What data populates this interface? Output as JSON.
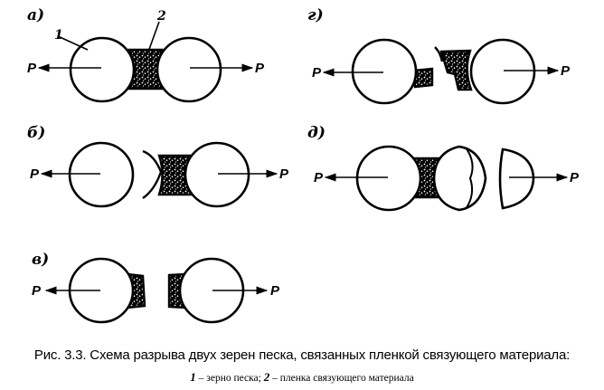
{
  "panels": [
    {
      "id": "a",
      "label": "а)"
    },
    {
      "id": "b",
      "label": "б)"
    },
    {
      "id": "v",
      "label": "в)"
    },
    {
      "id": "g",
      "label": "г)"
    },
    {
      "id": "d",
      "label": "д)"
    }
  ],
  "force_symbol": "P",
  "callouts": {
    "grain": "1",
    "film": "2"
  },
  "caption": "Рис. 3.3. Схема разрыва двух зерен песка, связанных пленкой связующего материала:",
  "legend": {
    "n1": "1",
    "t1": " – зерно песка; ",
    "n2": "2",
    "t2": " – пленка связующего материала"
  },
  "colors": {
    "ink": "#000000",
    "background": "#ffffff"
  }
}
